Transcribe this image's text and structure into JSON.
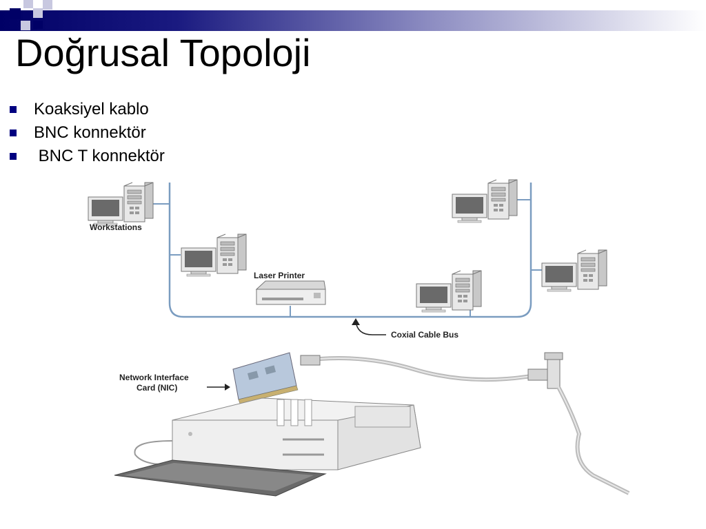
{
  "slide": {
    "title": "Doğrusal Topoloji",
    "bullets": [
      "Koaksiyel kablo",
      "BNC konnektör",
      " BNC T konnektör"
    ]
  },
  "diagram": {
    "workstations_label": "Workstations",
    "printer_label": "Laser Printer",
    "bus_label": "Coxial Cable Bus",
    "nic_label_line1": "Network Interface",
    "nic_label_line2": "Card (NIC)"
  },
  "colors": {
    "accent": "#000080",
    "cable": "#7a9cc0"
  }
}
